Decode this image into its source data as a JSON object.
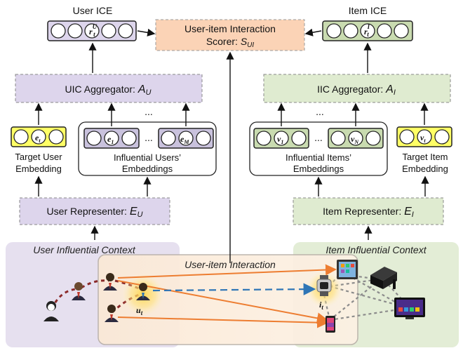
{
  "user_ice": {
    "title": "User ICE",
    "symbol": "r",
    "sup": "U",
    "sub": "t"
  },
  "item_ice": {
    "title": "Item ICE",
    "symbol": "r",
    "sup": "I",
    "sub": "t"
  },
  "scorer": {
    "label": "User-item Interaction",
    "line2": "Scorer: ",
    "symbol": "S",
    "sub": "UI"
  },
  "uic_aggregator": {
    "label": "UIC Aggregator: ",
    "symbol": "A",
    "sub": "U"
  },
  "iic_aggregator": {
    "label": "IIC Aggregator: ",
    "symbol": "A",
    "sub": "I"
  },
  "ellipsis": "...",
  "target_user": {
    "symbol": "e",
    "sub": "t",
    "label1": "Target User",
    "label2": "Embedding"
  },
  "influential_users": {
    "first_symbol": "e",
    "first_sub": "1",
    "last_symbol": "e",
    "last_sub": "M",
    "label1": "Influential Users’",
    "label2": "Embeddings"
  },
  "influential_items": {
    "first_symbol": "v",
    "first_sub": "1",
    "last_symbol": "v",
    "last_sub": "N",
    "label1": "Influential Items’",
    "label2": "Embeddings"
  },
  "target_item": {
    "symbol": "v",
    "sub": "t",
    "label1": "Target Item",
    "label2": "Embedding"
  },
  "user_representer": {
    "label": "User Representer: ",
    "symbol": "E",
    "sub": "U"
  },
  "item_representer": {
    "label": "Item Representer: ",
    "symbol": "E",
    "sub": "I"
  },
  "user_context": {
    "title": "User Influential Context"
  },
  "item_context": {
    "title": "Item Influential Context"
  },
  "interaction": {
    "title": "User-item Interaction"
  },
  "target_user_node": {
    "symbol": "u",
    "sub": "t"
  },
  "target_item_node": {
    "symbol": "i",
    "sub": "t"
  },
  "colors": {
    "user_box": "#ddd5ec",
    "item_box": "#dfebd0",
    "target_user_emb": "#ffff66",
    "target_item_emb": "#ffff66",
    "user_emb": "#c9c2dd",
    "item_emb": "#c9dbb0",
    "scorer": "#fbd3b6",
    "orange_arrow": "#ed7d31",
    "blue_dash": "#2e75b6",
    "maroon_dash": "#8b2a2a"
  }
}
